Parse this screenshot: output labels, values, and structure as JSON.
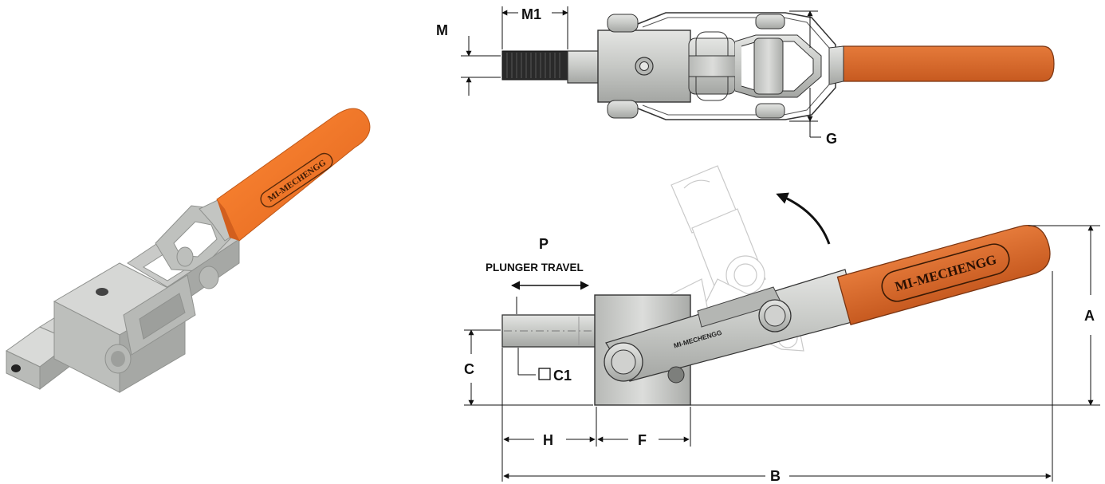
{
  "brand": {
    "logo_text": "MI-MECHENGG",
    "plunger_text": "MI-MECHENGG"
  },
  "colors": {
    "handle": "#d9692a",
    "handle_3d": "#f07a2a",
    "metal": "#c6c8c5",
    "metal_dark": "#9a9c99",
    "line": "#222222"
  },
  "top_view": {
    "labels": {
      "m": "M",
      "m1": "M1",
      "g": "G"
    }
  },
  "side_view": {
    "labels": {
      "p": "P",
      "plunger_travel": "PLUNGER TRAVEL",
      "a": "A",
      "b": "B",
      "c": "C",
      "c1": "C1",
      "h": "H",
      "f": "F"
    }
  }
}
